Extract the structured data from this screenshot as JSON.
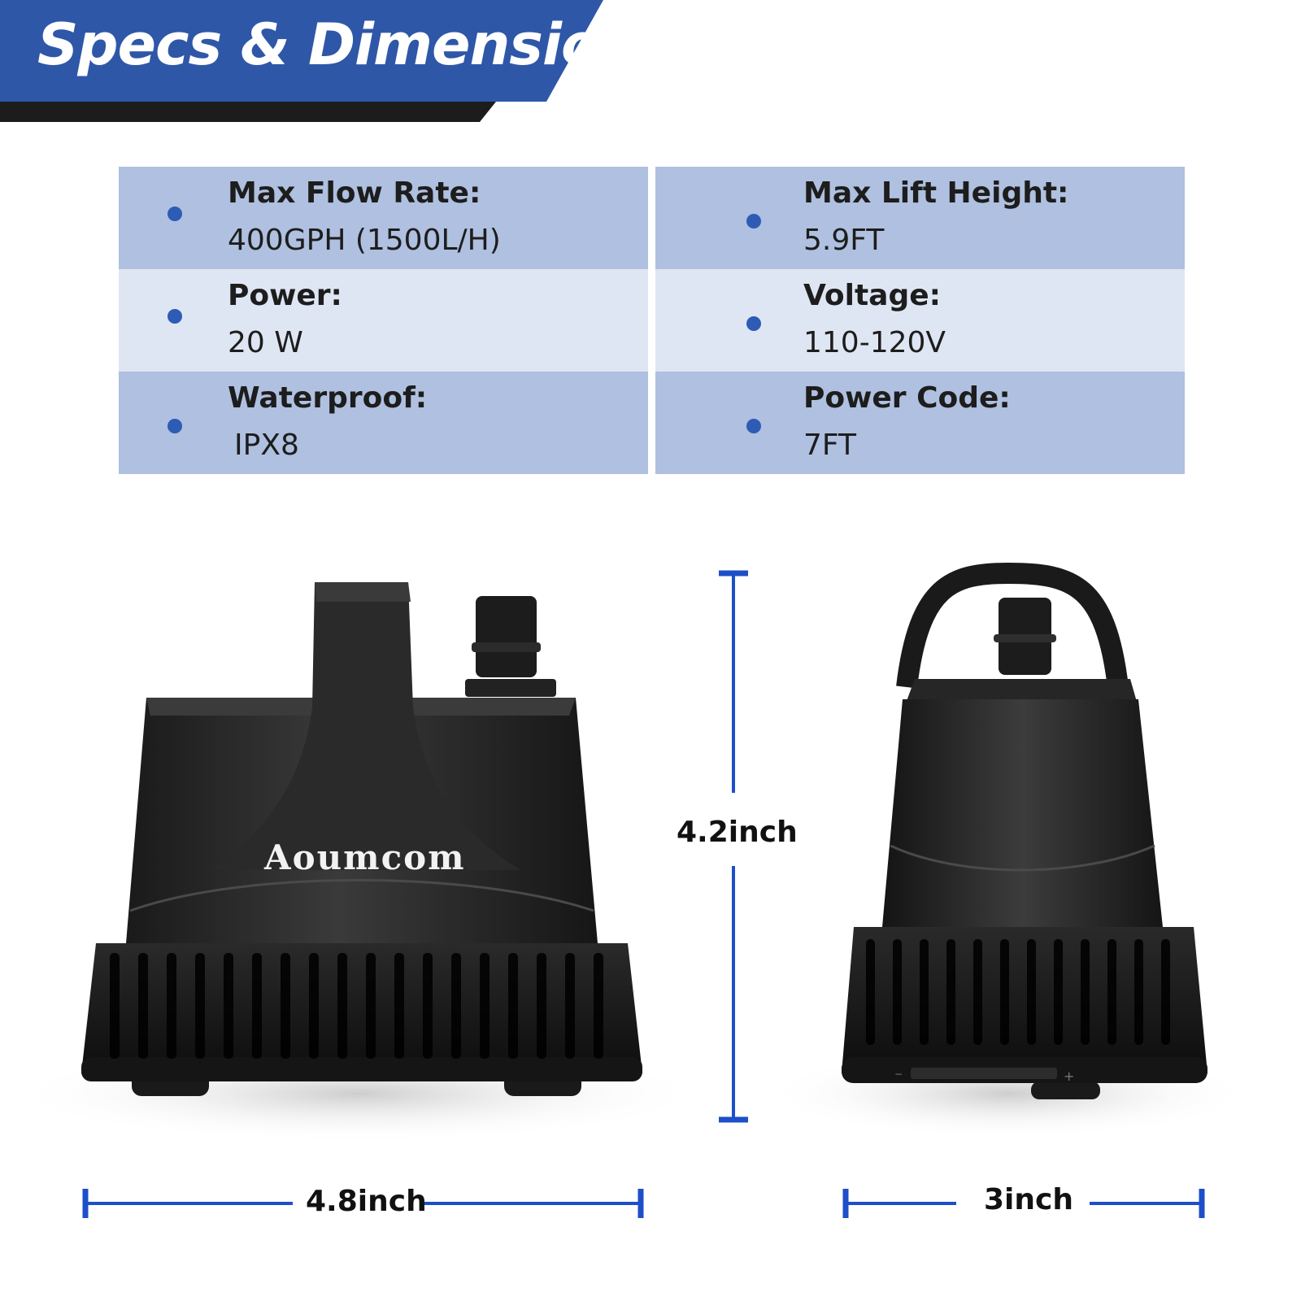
{
  "header": {
    "title": "Specs & Dimensions"
  },
  "colors": {
    "banner_blue": "#2f57a8",
    "banner_black": "#1c1c1c",
    "accent": "#1d4fc9",
    "bullet": "#2e5bb4"
  },
  "specs": [
    {
      "label": "Max Flow Rate:",
      "value": "400GPH (1500L/H)"
    },
    {
      "label": "Max Lift Height:",
      "value": "5.9FT"
    },
    {
      "label": "Power:",
      "value": "20 W"
    },
    {
      "label": "Voltage:",
      "value": "110-120V"
    },
    {
      "label": "Waterproof:",
      "value": "IPX8"
    },
    {
      "label": "Power Code:",
      "value": "7FT"
    }
  ],
  "product": {
    "brand": "Aoumcom"
  },
  "dimensions": {
    "height": "4.2inch",
    "width": "4.8inch",
    "depth": "3inch"
  }
}
